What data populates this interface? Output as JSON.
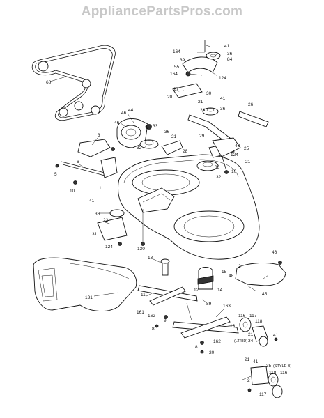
{
  "header": {
    "watermark": "AppliancePartsPros.com"
  },
  "callouts": [
    {
      "id": "c68",
      "text": "68"
    },
    {
      "id": "c46a",
      "text": "46"
    },
    {
      "id": "c46b",
      "text": "46"
    },
    {
      "id": "c41a",
      "text": "41"
    },
    {
      "id": "c164a",
      "text": "164"
    },
    {
      "id": "c36a",
      "text": "36"
    },
    {
      "id": "c84",
      "text": "84"
    },
    {
      "id": "c39",
      "text": "39"
    },
    {
      "id": "c55",
      "text": "55"
    },
    {
      "id": "c164b",
      "text": "164"
    },
    {
      "id": "c124a",
      "text": "124"
    },
    {
      "id": "c27",
      "text": "27"
    },
    {
      "id": "c20a",
      "text": "20"
    },
    {
      "id": "c30",
      "text": "30"
    },
    {
      "id": "c21a",
      "text": "21"
    },
    {
      "id": "c41b",
      "text": "41"
    },
    {
      "id": "c24",
      "text": "24"
    },
    {
      "id": "c36b",
      "text": "36"
    },
    {
      "id": "c26",
      "text": "26"
    },
    {
      "id": "c44",
      "text": "44"
    },
    {
      "id": "c3",
      "text": "3"
    },
    {
      "id": "c33a",
      "text": "33"
    },
    {
      "id": "c36c",
      "text": "36"
    },
    {
      "id": "c32a",
      "text": "32"
    },
    {
      "id": "c21b",
      "text": "21"
    },
    {
      "id": "c29",
      "text": "29"
    },
    {
      "id": "c28",
      "text": "28"
    },
    {
      "id": "c40",
      "text": "40"
    },
    {
      "id": "c25",
      "text": "25"
    },
    {
      "id": "c124b",
      "text": "124"
    },
    {
      "id": "c21c",
      "text": "21"
    },
    {
      "id": "c33b",
      "text": "33"
    },
    {
      "id": "c10a",
      "text": "10"
    },
    {
      "id": "c32b",
      "text": "32"
    },
    {
      "id": "c6",
      "text": "6"
    },
    {
      "id": "c5",
      "text": "5"
    },
    {
      "id": "c10b",
      "text": "10"
    },
    {
      "id": "c1",
      "text": "1"
    },
    {
      "id": "c41c",
      "text": "41"
    },
    {
      "id": "c36d",
      "text": "36"
    },
    {
      "id": "c22",
      "text": "22"
    },
    {
      "id": "c31",
      "text": "31"
    },
    {
      "id": "c124c",
      "text": "124"
    },
    {
      "id": "c130",
      "text": "130"
    },
    {
      "id": "c13",
      "text": "13"
    },
    {
      "id": "c15",
      "text": "15"
    },
    {
      "id": "c2",
      "text": "2"
    },
    {
      "id": "c46c",
      "text": "46"
    },
    {
      "id": "c48",
      "text": "48"
    },
    {
      "id": "c45",
      "text": "45"
    },
    {
      "id": "c131",
      "text": "131"
    },
    {
      "id": "c11",
      "text": "11"
    },
    {
      "id": "c14",
      "text": "14"
    },
    {
      "id": "c12",
      "text": "12"
    },
    {
      "id": "c161",
      "text": "161"
    },
    {
      "id": "c162a",
      "text": "162"
    },
    {
      "id": "c8a",
      "text": "8"
    },
    {
      "id": "c9",
      "text": "9"
    },
    {
      "id": "c89",
      "text": "89"
    },
    {
      "id": "c163",
      "text": "163"
    },
    {
      "id": "c116a",
      "text": "116"
    },
    {
      "id": "c117a",
      "text": "117"
    },
    {
      "id": "c118a",
      "text": "118"
    },
    {
      "id": "c16",
      "text": "16"
    },
    {
      "id": "c21d",
      "text": "21"
    },
    {
      "id": "c34",
      "text": "34"
    },
    {
      "id": "c41d",
      "text": "41"
    },
    {
      "id": "c162b",
      "text": "162"
    },
    {
      "id": "c8b",
      "text": "8"
    },
    {
      "id": "c20b",
      "text": "20"
    },
    {
      "id": "c21e",
      "text": "21"
    },
    {
      "id": "c41e",
      "text": "41"
    },
    {
      "id": "c35",
      "text": "35"
    },
    {
      "id": "c118b",
      "text": "118"
    },
    {
      "id": "c116b",
      "text": "116"
    },
    {
      "id": "c2b",
      "text": "2"
    },
    {
      "id": "c117b",
      "text": "117"
    }
  ],
  "notes": {
    "n_lt": "(LT/HD)",
    "n_styleb": "(STYLE B)"
  }
}
